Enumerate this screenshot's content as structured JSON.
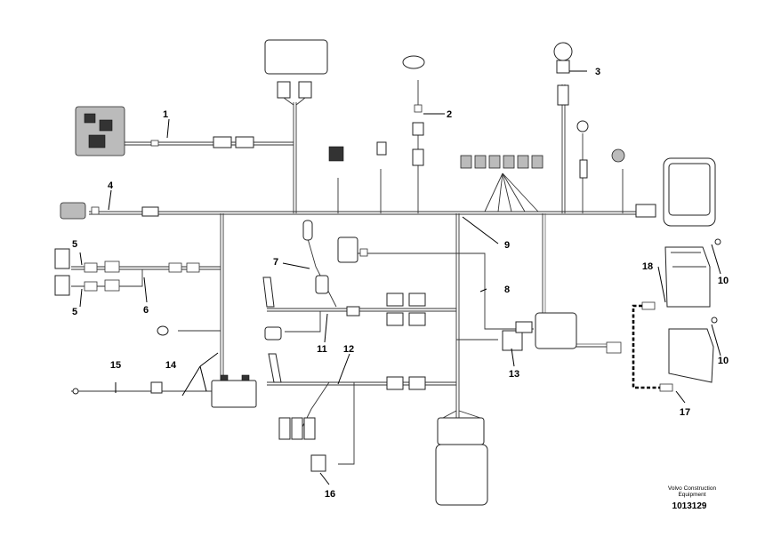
{
  "diagram": {
    "callouts": [
      "1",
      "2",
      "3",
      "4",
      "5",
      "5",
      "6",
      "7",
      "8",
      "9",
      "10",
      "10",
      "11",
      "12",
      "13",
      "14",
      "15",
      "16",
      "17",
      "18"
    ]
  },
  "footer": {
    "brand_line1": "Volvo Construction",
    "brand_line2": "Equipment",
    "document_number": "1013129"
  }
}
